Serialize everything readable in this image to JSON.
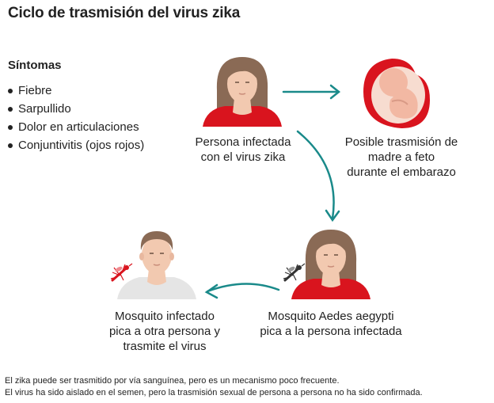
{
  "title": "Ciclo de trasmisión del virus zika",
  "symptoms": {
    "heading": "Síntomas",
    "items": [
      "Fiebre",
      "Sarpullido",
      "Dolor en articulaciones",
      "Conjuntivitis (ojos rojos)"
    ]
  },
  "nodes": {
    "infected_person": "Persona infectada\ncon el virus zika",
    "fetus": "Posible trasmisión de\nmadre a feto\ndurante el embarazo",
    "mosquito_bites_infected": "Mosquito Aedes aegypti\npica a la persona infectada",
    "mosquito_bites_other": "Mosquito infectado\npica a otra persona y\ntrasmite el virus"
  },
  "footnotes": [
    "El zika puede ser trasmitido por vía sanguínea, pero es un mecanismo poco frecuente.",
    "El virus ha sido aislado en el semen, pero la trasmisión sexual de persona a persona no ha sido confirmada."
  ],
  "colors": {
    "arrow": "#1a8a8a",
    "red_shirt": "#d9141e",
    "skin": "#f2c9b0",
    "hair": "#8a6a55",
    "grey_shirt": "#e5e5e5",
    "infected_mosquito": "#d9141e",
    "mosquito": "#333333"
  }
}
